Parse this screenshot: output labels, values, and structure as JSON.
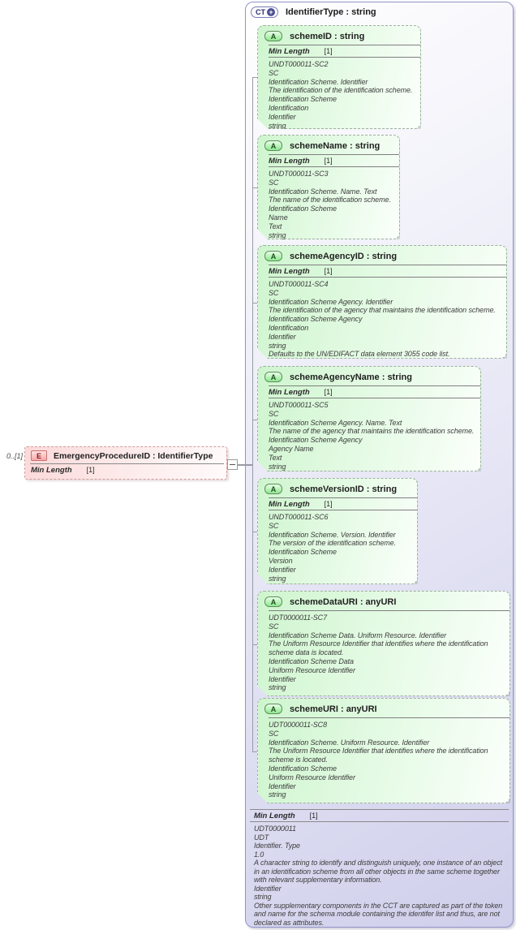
{
  "element": {
    "cardinality": "0..[1]",
    "badge": "E",
    "title": "EmergencyProcedureID : IdentifierType",
    "facet_name": "Min Length",
    "facet_value": "[1]"
  },
  "complex_type": {
    "badge": "CT",
    "badge_plus": "+",
    "title": "IdentifierType : string",
    "attributes": [
      {
        "badge": "A",
        "title": "schemeID : string",
        "facet_name": "Min Length",
        "facet_value": "[1]",
        "annotation": "UNDT000011-SC2\nSC\nIdentification Scheme. Identifier\nThe identification of the identification scheme.\nIdentification Scheme\nIdentification\nIdentifier\nstring"
      },
      {
        "badge": "A",
        "title": "schemeName : string",
        "facet_name": "Min Length",
        "facet_value": "[1]",
        "annotation": "UNDT000011-SC3\nSC\nIdentification Scheme. Name. Text\nThe name of the identification scheme.\nIdentification Scheme\nName\nText\nstring"
      },
      {
        "badge": "A",
        "title": "schemeAgencyID : string",
        "facet_name": "Min Length",
        "facet_value": "[1]",
        "annotation": "UNDT000011-SC4\nSC\nIdentification Scheme Agency. Identifier\nThe identification of the agency that maintains the identification scheme.\nIdentification Scheme Agency\nIdentification\nIdentifier\nstring\nDefaults to the UN/EDIFACT data element 3055 code list."
      },
      {
        "badge": "A",
        "title": "schemeAgencyName : string",
        "facet_name": "Min Length",
        "facet_value": "[1]",
        "annotation": "UNDT000011-SC5\nSC\nIdentification Scheme Agency. Name. Text\nThe name of the agency that maintains the identification scheme.\nIdentification Scheme Agency\nAgency Name\nText\nstring"
      },
      {
        "badge": "A",
        "title": "schemeVersionID : string",
        "facet_name": "Min Length",
        "facet_value": "[1]",
        "annotation": "UNDT000011-SC6\nSC\nIdentification Scheme. Version. Identifier\nThe version of the identification scheme.\nIdentification Scheme\nVersion\nIdentifier\nstring"
      },
      {
        "badge": "A",
        "title": "schemeDataURI : anyURI",
        "annotation": "UDT0000011-SC7\nSC\nIdentification Scheme Data. Uniform Resource. Identifier\nThe Uniform Resource Identifier that identifies where the identification scheme data is located.\nIdentification Scheme Data\nUniform Resource Identifier\nIdentifier\nstring"
      },
      {
        "badge": "A",
        "title": "schemeURI : anyURI",
        "annotation": "UDT0000011-SC8\nSC\nIdentification Scheme. Uniform Resource. Identifier\nThe Uniform Resource Identifier that identifies where the identification scheme is located.\nIdentification Scheme\nUniform Resource Identifier\nIdentifier\nstring"
      }
    ],
    "facet_name": "Min Length",
    "facet_value": "[1]",
    "annotation": "UDT0000011\nUDT\nIdentifier. Type\n1.0\nA character string to identify and distinguish uniquely, one instance of an object in an identification scheme from all other objects in the same scheme together with relevant supplementary information.\nIdentifier\nstring\nOther supplementary components in the CCT are captured as part of the token and name for the schema module containing the identifer list and thus, are not declared as attributes."
  },
  "colors": {
    "ct_border": "#9494c8",
    "ct_fill": "#d9d9f0",
    "attr_fill": "#cef5ce",
    "element_fill": "#fcd9d9",
    "connector": "#9a9aa6"
  }
}
